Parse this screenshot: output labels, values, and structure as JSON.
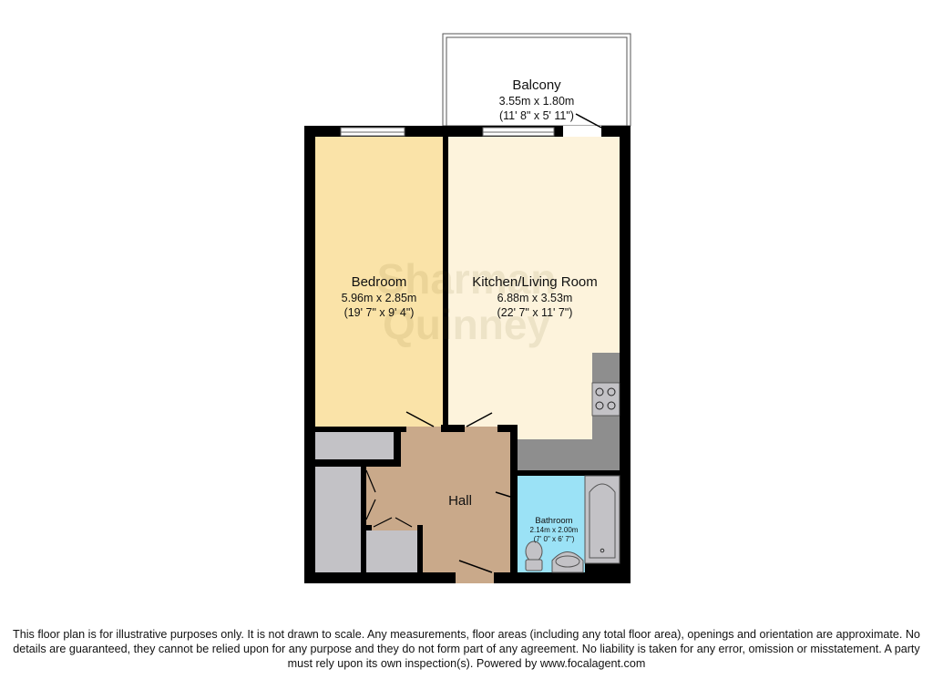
{
  "watermark": {
    "line1": "Sharman",
    "line2": "Quinney"
  },
  "rooms": {
    "balcony": {
      "name": "Balcony",
      "metric": "3.55m x 1.80m",
      "imperial": "(11' 8\" x 5' 11\")"
    },
    "bedroom": {
      "name": "Bedroom",
      "metric": "5.96m x 2.85m",
      "imperial": "(19' 7\" x 9' 4\")"
    },
    "kitchen_living": {
      "name": "Kitchen/Living Room",
      "metric": "6.88m x 3.53m",
      "imperial": "(22' 7\" x 11' 7\")"
    },
    "hall": {
      "name": "Hall"
    },
    "bathroom": {
      "name": "Bathroom",
      "metric": "2.14m x 2.00m",
      "imperial": "(7' 0\" x 6' 7\")"
    }
  },
  "colors": {
    "wall": "#000000",
    "bedroom": "#fae3a8",
    "kitchen_living": "#fdf3dc",
    "hall": "#c9a98a",
    "bathroom": "#9be2f6",
    "fixtures": "#c3c2c6",
    "kitchen_counter": "#8e8e8e"
  },
  "disclaimer": "This floor plan is for illustrative purposes only. It is not drawn to scale. Any measurements, floor areas (including any total floor area), openings and orientation are approximate. No details are guaranteed, they cannot be relied upon for any purpose and they do not form part of any agreement. No liability is taken for any error, omission or misstatement. A party must rely upon its own inspection(s). Powered by www.focalagent.com"
}
